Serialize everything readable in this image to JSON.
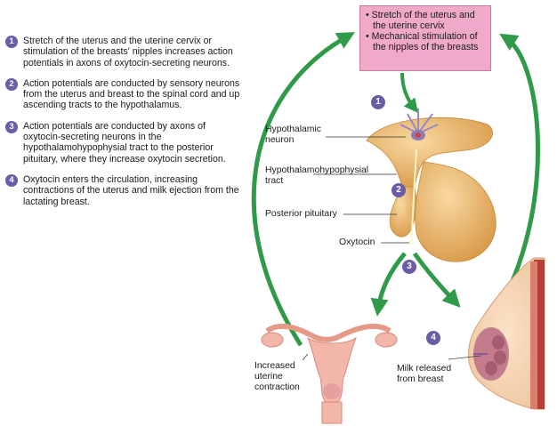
{
  "steps": [
    {
      "num": "1",
      "text": "Stretch of the uterus and the uterine cervix or stimulation of the breasts' nipples increases action potentials in axons of oxytocin-secreting neurons."
    },
    {
      "num": "2",
      "text": "Action potentials are conducted by sensory neurons from the uterus and breast to the spinal cord and up ascending tracts to the hypothalamus."
    },
    {
      "num": "3",
      "text": "Action potentials are conducted by axons of oxytocin-secreting neurons in the hypothalamohypophysial tract to the posterior pituitary, where they increase oxytocin secretion."
    },
    {
      "num": "4",
      "text": "Oxytocin enters the circulation, increasing contractions of the uterus and milk ejection from the lactating breast."
    }
  ],
  "stimulus": {
    "line1": "• Stretch of the uterus and the uterine cervix",
    "line2": "• Mechanical stimulation of the nipples of the breasts"
  },
  "labels": {
    "hypothalamic_neuron": "Hypothalamic neuron",
    "tract": "Hypothalamohypophysial tract",
    "posterior_pituitary": "Posterior pituitary",
    "oxytocin": "Oxytocin",
    "uterine": "Increased uterine contraction",
    "milk": "Milk released from breast"
  },
  "diagram_numbers": [
    "1",
    "2",
    "3",
    "4"
  ],
  "colors": {
    "arrow_green": "#2f9a48",
    "step_circle": "#6b5ca8",
    "stimulus_box": "#f1a9c9",
    "pituitary": "#e8b46a",
    "uterus": "#f2b7a8"
  }
}
